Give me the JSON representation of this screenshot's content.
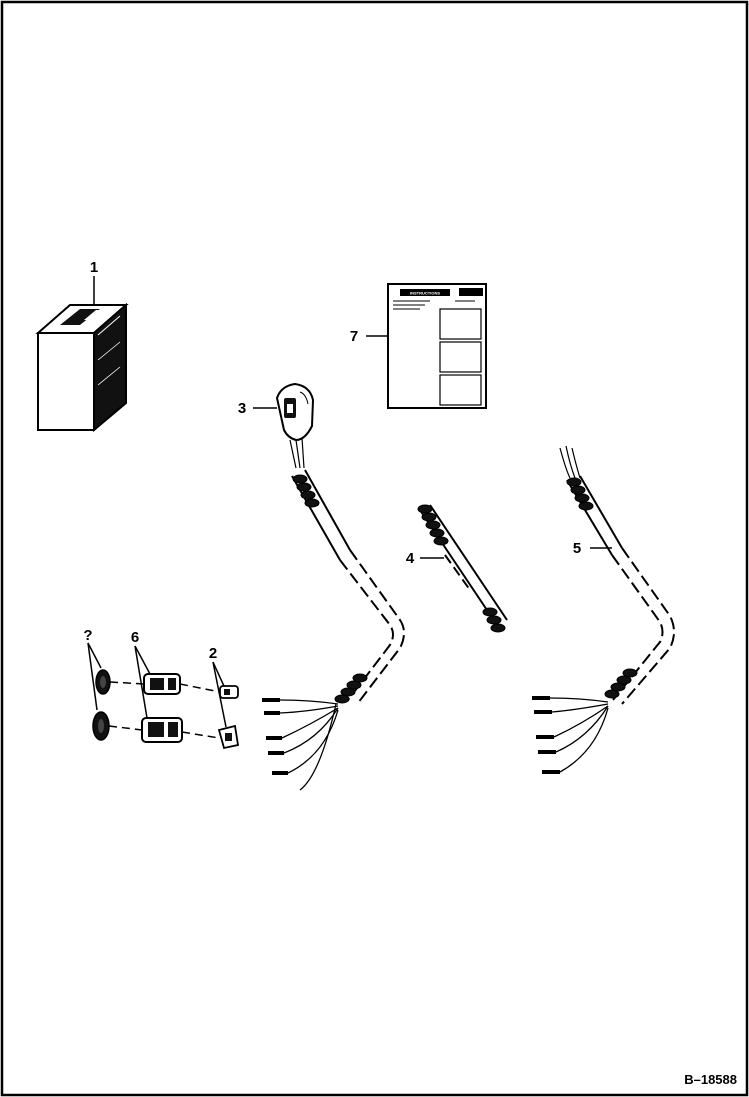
{
  "callouts": {
    "c1": "1",
    "c2": "2",
    "c3": "3",
    "c4": "4",
    "c5": "5",
    "c6": "6",
    "c7": "7",
    "cq": "?"
  },
  "reference": "B–18588",
  "instructions_sheet": {
    "heading": "INSTRUCTIONS"
  }
}
